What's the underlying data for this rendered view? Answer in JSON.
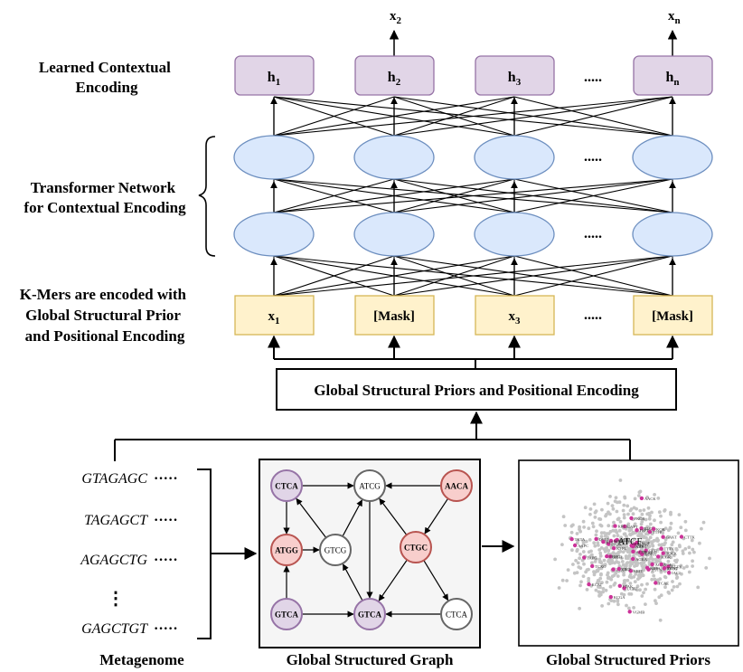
{
  "left_labels": {
    "learned": [
      "Learned Contextual",
      "Encoding"
    ],
    "transformer": [
      "Transformer Network",
      "for Contextual Encoding"
    ],
    "kmers": [
      "K-Mers are encoded with",
      "Global Structural Prior",
      "and Positional Encoding"
    ]
  },
  "outputs": {
    "x2": {
      "base": "x",
      "sub": "2"
    },
    "xn": {
      "base": "x",
      "sub": "n"
    }
  },
  "encoding_boxes": [
    {
      "base": "h",
      "sub": "1"
    },
    {
      "base": "h",
      "sub": "2"
    },
    {
      "base": "h",
      "sub": "3"
    },
    {
      "base": "h",
      "sub": "n"
    }
  ],
  "input_boxes": [
    {
      "base": "x",
      "sub": "1"
    },
    {
      "base": "[Mask]",
      "sub": ""
    },
    {
      "base": "x",
      "sub": "3"
    },
    {
      "base": "[Mask]",
      "sub": ""
    }
  ],
  "ellipsis": ".....",
  "priors_box_label": "Global Structural Priors and Positional Encoding",
  "metagenome": {
    "sequences": [
      "GTAGAGC",
      "TAGAGCT",
      "AGAGCTG",
      "GAGCTGT"
    ],
    "dots": "·····",
    "vdots": "⋮"
  },
  "graph_nodes": [
    {
      "id": "n1",
      "label": "CTCA",
      "kind": "purple"
    },
    {
      "id": "n2",
      "label": "ATCG",
      "kind": "white"
    },
    {
      "id": "n3",
      "label": "AACA",
      "kind": "red"
    },
    {
      "id": "n4",
      "label": "ATGG",
      "kind": "red"
    },
    {
      "id": "n5",
      "label": "GTCG",
      "kind": "white"
    },
    {
      "id": "n6",
      "label": "CTGC",
      "kind": "red"
    },
    {
      "id": "n7",
      "label": "GTCA",
      "kind": "purple"
    },
    {
      "id": "n8",
      "label": "GTCA",
      "kind": "purple"
    },
    {
      "id": "n9",
      "label": "CTCA",
      "kind": "white"
    }
  ],
  "graph_edges": [
    [
      "n1",
      "n2"
    ],
    [
      "n3",
      "n2"
    ],
    [
      "n1",
      "n4"
    ],
    [
      "n5",
      "n2"
    ],
    [
      "n5",
      "n1"
    ],
    [
      "n4",
      "n5"
    ],
    [
      "n2",
      "n8"
    ],
    [
      "n6",
      "n2"
    ],
    [
      "n3",
      "n6"
    ],
    [
      "n6",
      "n8"
    ],
    [
      "n8",
      "n5"
    ],
    [
      "n7",
      "n4"
    ],
    [
      "n7",
      "n8"
    ],
    [
      "n9",
      "n8"
    ],
    [
      "n6",
      "n9"
    ]
  ],
  "scatter": {
    "center_label": "ATCF",
    "labels": [
      "TTTK",
      "VCPG",
      "DEGF",
      "KGFK",
      "IACJ",
      "UCAT",
      "TOCK",
      "KRPA",
      "KCAT",
      "ACFL",
      "VGMB",
      "TTXA",
      "TCAT",
      "CAFT",
      "KRIT",
      "ELCK",
      "TCAE",
      "FTAK",
      "CTTO",
      "ACCA",
      "KPTG",
      "TAKO",
      "ARFA",
      "FSPT",
      "TGTK",
      "TCPA",
      "TPCF",
      "TOKG",
      "CCFL",
      "ICGR",
      "AAPC",
      "TCXO",
      "PPGA",
      "KOKG",
      "NIHL",
      "KCGA",
      "AACK",
      "TPRK",
      "FFFK",
      "ACKA",
      "TKOF",
      "KFFL",
      "TTPP",
      "FKCB",
      "TAPG",
      "KOK",
      "ACFB",
      "CTTK",
      "GAKT",
      "TKTA",
      "KUCT",
      "KRCE"
    ],
    "colors": {
      "dot": "#cc3399",
      "bg_dot": "#c4c4c4"
    }
  },
  "captions": {
    "metagenome": "Metagenome",
    "graph": "Global Structured Graph",
    "priors": "Global Structured Priors"
  },
  "colors": {
    "purple_fill": "#e1d5e7",
    "purple_stroke": "#9673a6",
    "blue_fill": "#dae8fc",
    "blue_stroke": "#6c8ebf",
    "yellow_fill": "#fff2cc",
    "yellow_stroke": "#d6b656",
    "red_fill": "#f8cecc",
    "red_stroke": "#b85450",
    "white_stroke": "#666666",
    "graph_bg": "#f5f5f5"
  }
}
